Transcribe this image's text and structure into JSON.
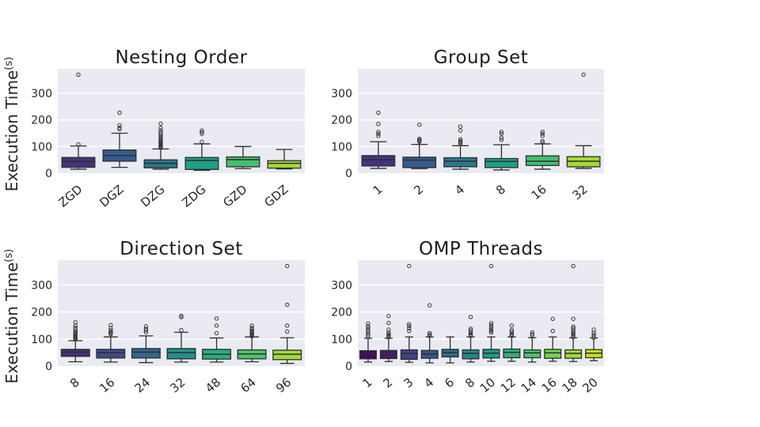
{
  "figure": {
    "background": "#ffffff",
    "plot_background": "#eaeaf2",
    "grid_color": "#ffffff",
    "line_color": "#2e2e2e",
    "flier_color": "#3a3a3a",
    "text_color": "#262626",
    "title_color": "#1c1c1c"
  },
  "ylabel": {
    "text": "Execution Time",
    "superscript": "(s)"
  },
  "chart_data": [
    {
      "type": "box",
      "title": "Nesting Order",
      "ylabel": "Execution Time(s)",
      "yticks": [
        0,
        100,
        200,
        300
      ],
      "ylim": [
        0,
        392
      ],
      "grid": true,
      "categories": [
        "ZGD",
        "DGZ",
        "DZG",
        "ZDG",
        "GZD",
        "GDZ"
      ],
      "colors": [
        "#46327e",
        "#365c8d",
        "#2a788e",
        "#1fa088",
        "#44bf70",
        "#a2da37"
      ],
      "boxes": [
        {
          "whislo": 15,
          "q1": 22,
          "med": 44,
          "q3": 59,
          "whishi": 102,
          "fliers": [
            108,
            370
          ]
        },
        {
          "whislo": 22,
          "q1": 45,
          "med": 66,
          "q3": 87,
          "whishi": 150,
          "fliers": [
            165,
            170,
            180,
            227
          ]
        },
        {
          "whislo": 15,
          "q1": 20,
          "med": 37,
          "q3": 50,
          "whishi": 91,
          "fliers": [
            95,
            98,
            101,
            104,
            107,
            110,
            113,
            116,
            119,
            123,
            127,
            131,
            136,
            141,
            147,
            153,
            160,
            170,
            186
          ]
        },
        {
          "whislo": 11,
          "q1": 14,
          "med": 48,
          "q3": 59,
          "whishi": 110,
          "fliers": [
            118,
            148,
            154,
            160
          ]
        },
        {
          "whislo": 17,
          "q1": 24,
          "med": 51,
          "q3": 61,
          "whishi": 100,
          "fliers": []
        },
        {
          "whislo": 16,
          "q1": 19,
          "med": 37,
          "q3": 47,
          "whishi": 89,
          "fliers": []
        }
      ]
    },
    {
      "type": "box",
      "title": "Group Set",
      "ylabel": "",
      "yticks": [
        0,
        100,
        200,
        300
      ],
      "ylim": [
        0,
        392
      ],
      "grid": true,
      "categories": [
        "1",
        "2",
        "4",
        "8",
        "16",
        "32"
      ],
      "colors": [
        "#46327e",
        "#365c8d",
        "#2a788e",
        "#1fa088",
        "#44bf70",
        "#a2da37"
      ],
      "boxes": [
        {
          "whislo": 18,
          "q1": 27,
          "med": 50,
          "q3": 66,
          "whishi": 118,
          "fliers": [
            140,
            148,
            155,
            185,
            227
          ]
        },
        {
          "whislo": 17,
          "q1": 21,
          "med": 49,
          "q3": 60,
          "whishi": 108,
          "fliers": [
            118,
            121,
            125,
            129,
            182
          ]
        },
        {
          "whislo": 15,
          "q1": 24,
          "med": 45,
          "q3": 58,
          "whishi": 103,
          "fliers": [
            110,
            114,
            118,
            122,
            127,
            160,
            175
          ]
        },
        {
          "whislo": 12,
          "q1": 21,
          "med": 44,
          "q3": 55,
          "whishi": 107,
          "fliers": [
            125,
            133,
            148,
            155
          ]
        },
        {
          "whislo": 15,
          "q1": 29,
          "med": 45,
          "q3": 65,
          "whishi": 110,
          "fliers": [
            115,
            120,
            140,
            148,
            155
          ]
        },
        {
          "whislo": 18,
          "q1": 24,
          "med": 45,
          "q3": 62,
          "whishi": 103,
          "fliers": [
            370
          ]
        }
      ]
    },
    {
      "type": "box",
      "title": "Direction Set",
      "ylabel": "Execution Time(s)",
      "yticks": [
        0,
        100,
        200,
        300
      ],
      "ylim": [
        0,
        392
      ],
      "grid": true,
      "categories": [
        "8",
        "16",
        "24",
        "32",
        "48",
        "64",
        "96"
      ],
      "colors": [
        "#472d7b",
        "#3e4c8a",
        "#31688e",
        "#21918c",
        "#28ae80",
        "#4fc36a",
        "#9fda3a"
      ],
      "boxes": [
        {
          "whislo": 16,
          "q1": 36,
          "med": 52,
          "q3": 62,
          "whishi": 94,
          "fliers": [
            98,
            101,
            104,
            107,
            110,
            113,
            117,
            121,
            125,
            130,
            136,
            142,
            150,
            162
          ]
        },
        {
          "whislo": 15,
          "q1": 30,
          "med": 50,
          "q3": 62,
          "whishi": 108,
          "fliers": [
            118,
            122,
            126,
            132,
            140,
            152
          ]
        },
        {
          "whislo": 13,
          "q1": 30,
          "med": 52,
          "q3": 65,
          "whishi": 112,
          "fliers": [
            125,
            132,
            138,
            147
          ]
        },
        {
          "whislo": 15,
          "q1": 27,
          "med": 50,
          "q3": 65,
          "whishi": 125,
          "fliers": [
            133,
            181,
            186
          ]
        },
        {
          "whislo": 15,
          "q1": 26,
          "med": 44,
          "q3": 62,
          "whishi": 104,
          "fliers": [
            122,
            150,
            176
          ]
        },
        {
          "whislo": 16,
          "q1": 27,
          "med": 45,
          "q3": 60,
          "whishi": 108,
          "fliers": [
            110,
            113,
            116,
            119,
            123,
            127,
            131,
            136,
            141,
            150
          ]
        },
        {
          "whislo": 10,
          "q1": 24,
          "med": 44,
          "q3": 59,
          "whishi": 105,
          "fliers": [
            128,
            150,
            227,
            370
          ]
        }
      ]
    },
    {
      "type": "box",
      "title": "OMP Threads",
      "ylabel": "",
      "yticks": [
        0,
        100,
        200,
        300
      ],
      "ylim": [
        0,
        392
      ],
      "grid": true,
      "categories": [
        "1",
        "2",
        "3",
        "4",
        "6",
        "8",
        "10",
        "12",
        "14",
        "16",
        "18",
        "20"
      ],
      "colors": [
        "#460a5d",
        "#481b6d",
        "#414287",
        "#39568c",
        "#2f6b8e",
        "#25858e",
        "#20998a",
        "#2eb37c",
        "#4ec36b",
        "#75d054",
        "#9fda3a",
        "#c5e021"
      ],
      "boxes": [
        {
          "whislo": 15,
          "q1": 27,
          "med": 44,
          "q3": 57,
          "whishi": 103,
          "fliers": [
            110,
            115,
            122,
            128,
            133,
            140,
            147,
            157
          ]
        },
        {
          "whislo": 17,
          "q1": 28,
          "med": 45,
          "q3": 58,
          "whishi": 103,
          "fliers": [
            107,
            110,
            114,
            118,
            124,
            135,
            160,
            185
          ]
        },
        {
          "whislo": 14,
          "q1": 25,
          "med": 47,
          "q3": 60,
          "whishi": 108,
          "fliers": [
            130,
            140,
            148,
            155,
            370
          ]
        },
        {
          "whislo": 12,
          "q1": 29,
          "med": 45,
          "q3": 58,
          "whishi": 108,
          "fliers": [
            112,
            117,
            122,
            225
          ]
        },
        {
          "whislo": 12,
          "q1": 34,
          "med": 50,
          "q3": 62,
          "whishi": 108,
          "fliers": []
        },
        {
          "whislo": 15,
          "q1": 27,
          "med": 47,
          "q3": 60,
          "whishi": 108,
          "fliers": [
            112,
            116,
            121,
            126,
            132,
            138,
            182
          ]
        },
        {
          "whislo": 18,
          "q1": 30,
          "med": 48,
          "q3": 62,
          "whishi": 108,
          "fliers": [
            124,
            129,
            134,
            139,
            145,
            152,
            159,
            370
          ]
        },
        {
          "whislo": 18,
          "q1": 31,
          "med": 51,
          "q3": 63,
          "whishi": 108,
          "fliers": [
            112,
            116,
            121,
            127,
            133,
            150
          ]
        },
        {
          "whislo": 15,
          "q1": 31,
          "med": 49,
          "q3": 60,
          "whishi": 105,
          "fliers": [
            113,
            118,
            125
          ]
        },
        {
          "whislo": 18,
          "q1": 29,
          "med": 49,
          "q3": 62,
          "whishi": 108,
          "fliers": [
            130,
            175
          ]
        },
        {
          "whislo": 17,
          "q1": 29,
          "med": 47,
          "q3": 60,
          "whishi": 105,
          "fliers": [
            107,
            112,
            117,
            122,
            127,
            133,
            140,
            146,
            175,
            370
          ]
        },
        {
          "whislo": 20,
          "q1": 31,
          "med": 48,
          "q3": 61,
          "whishi": 104,
          "fliers": [
            105,
            110,
            116,
            123,
            135
          ]
        }
      ]
    }
  ]
}
